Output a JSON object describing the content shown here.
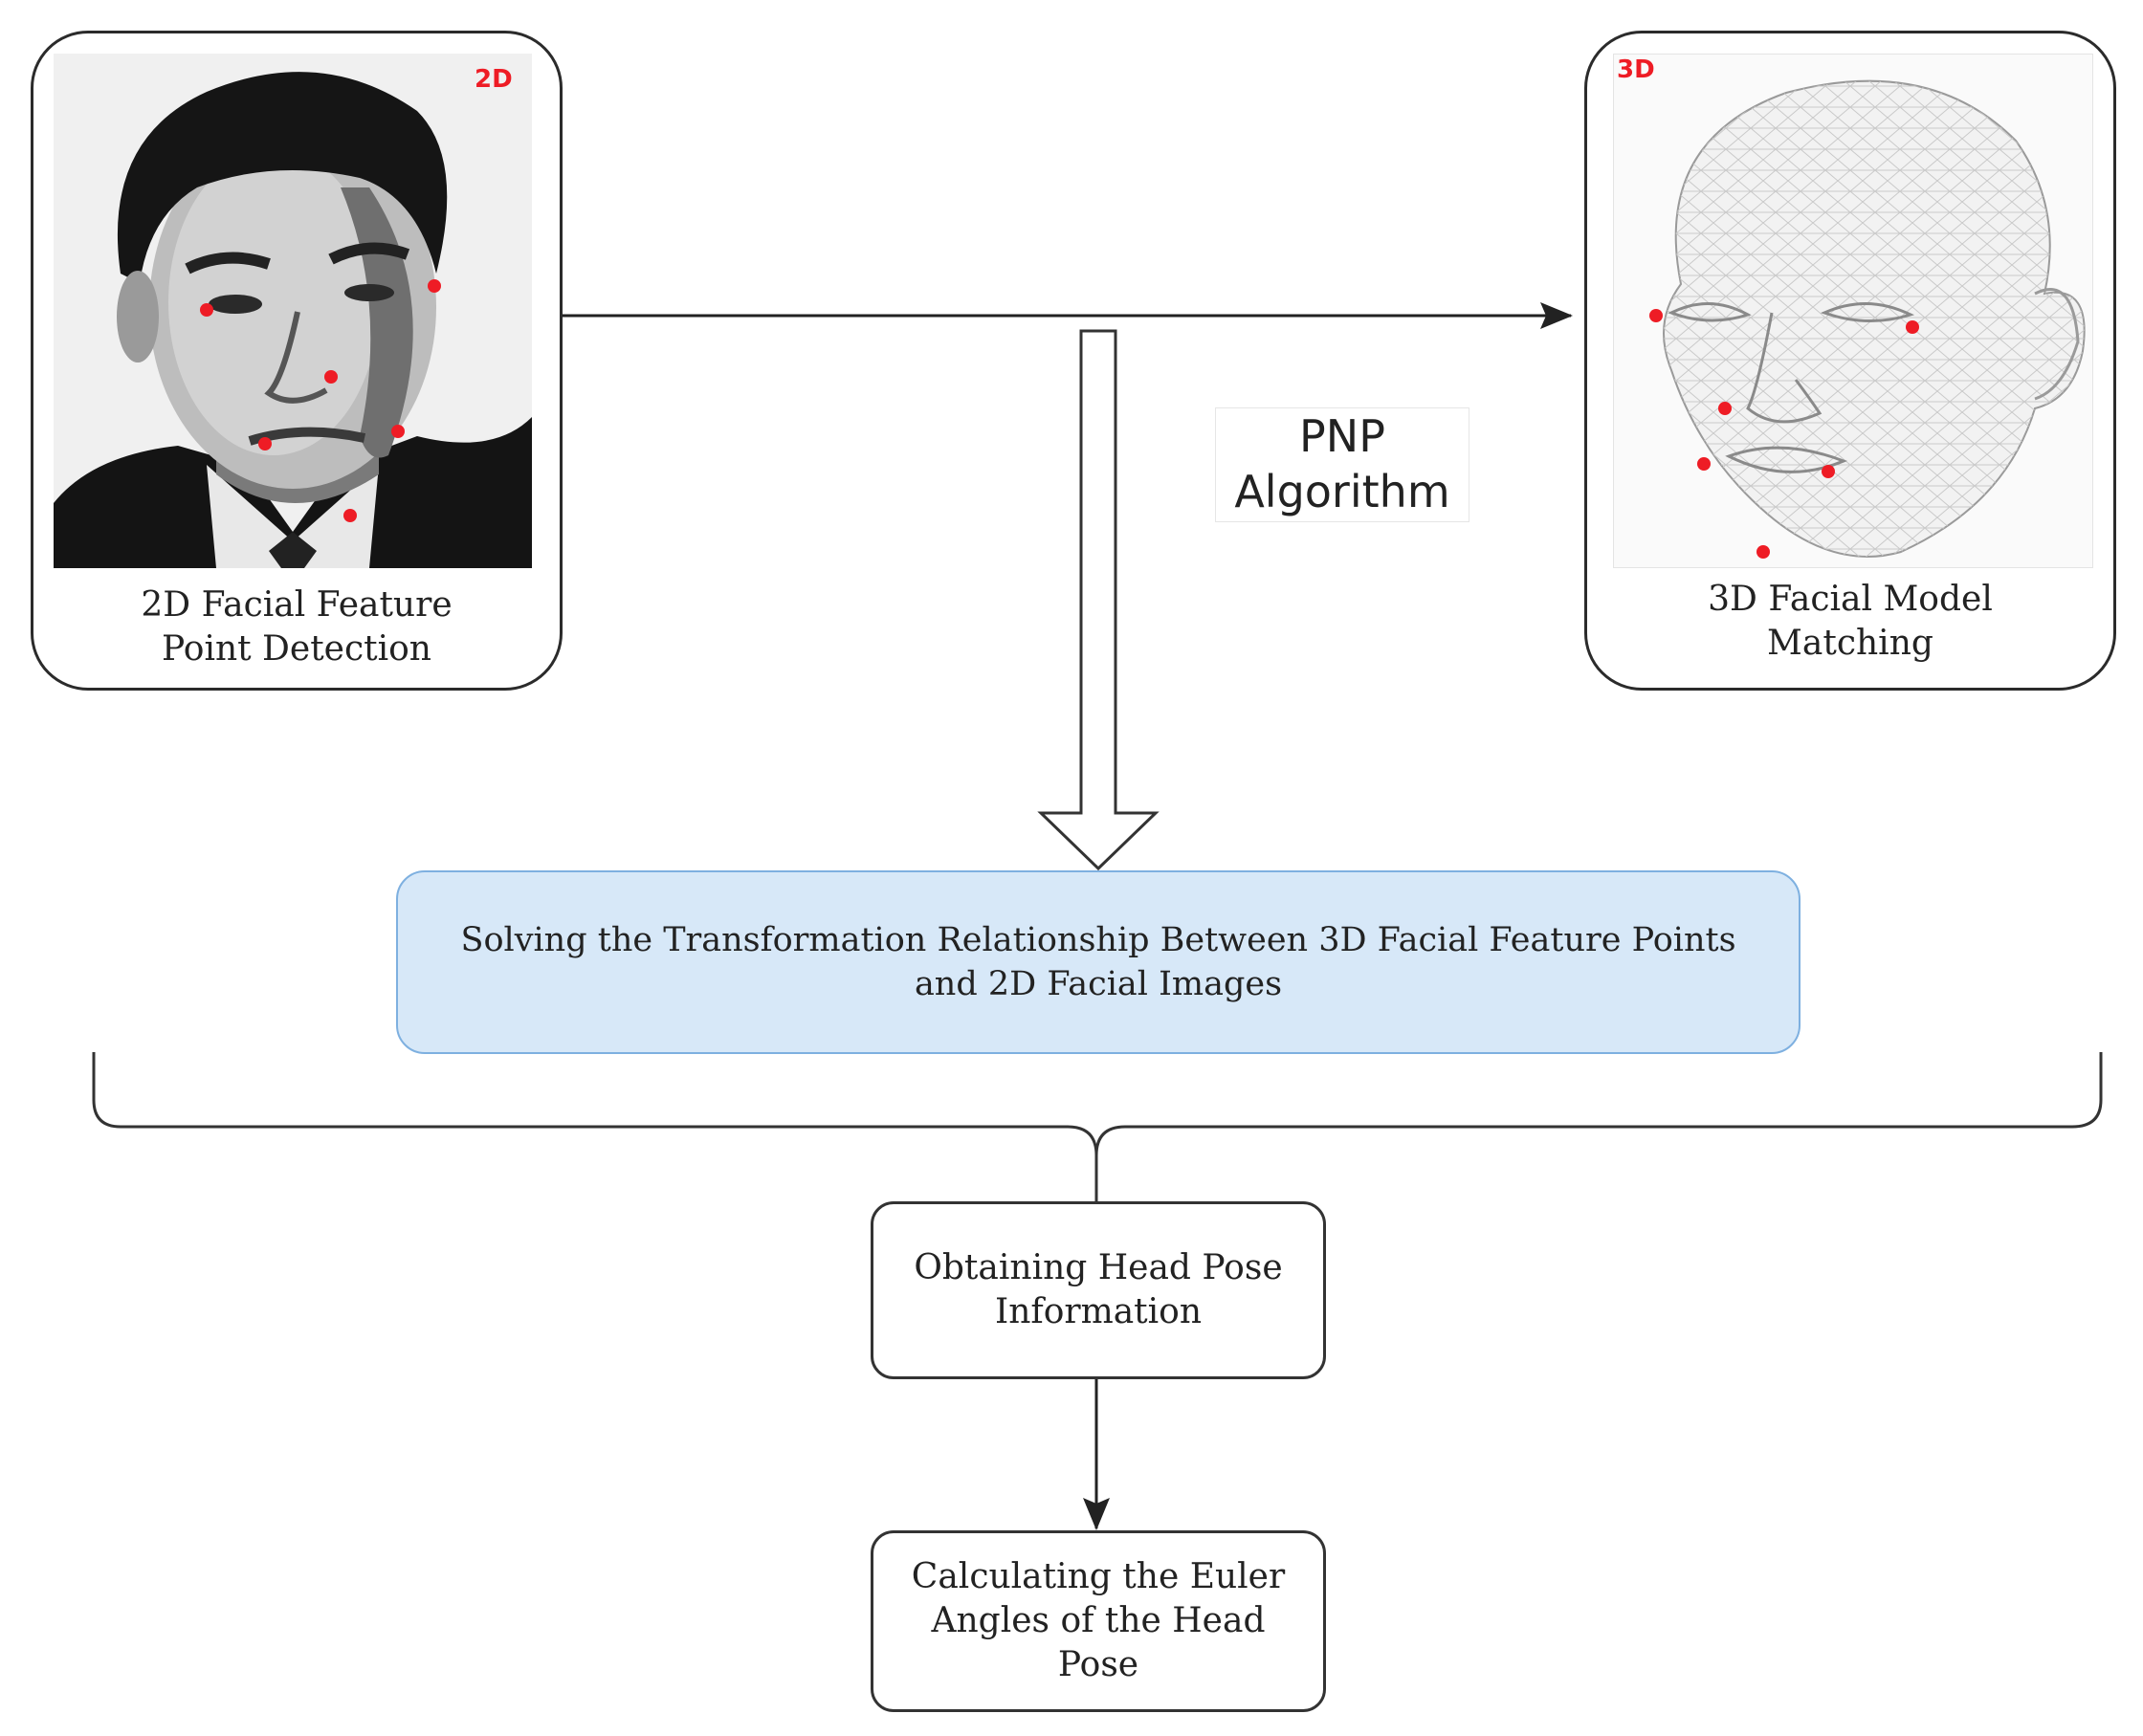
{
  "cards": {
    "left": {
      "tag": "2D",
      "caption_line1": "2D Facial Feature",
      "caption_line2": "Point Detection"
    },
    "right": {
      "tag": "3D",
      "caption_line1": "3D Facial Model",
      "caption_line2": "Matching"
    }
  },
  "pnp": {
    "line1": "PNP",
    "line2": "Algorithm"
  },
  "steps": {
    "solve": {
      "line1": "Solving the Transformation Relationship Between 3D Facial Feature Points",
      "line2": "and 2D Facial Images"
    },
    "obtain": {
      "line1": "Obtaining Head Pose",
      "line2": "Information"
    },
    "euler": {
      "line1": "Calculating the Euler",
      "line2": "Angles of the Head",
      "line3": "Pose"
    }
  },
  "colors": {
    "landmark": "#ee1c25",
    "highlight_fill": "#d7e8f8",
    "highlight_border": "#7eb0e0",
    "line": "#222222"
  }
}
